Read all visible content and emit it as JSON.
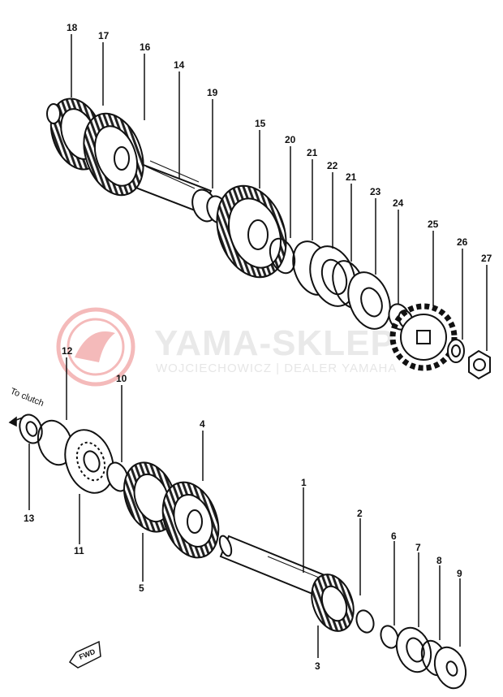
{
  "callouts": {
    "n1": "1",
    "n2": "2",
    "n3": "3",
    "n4": "4",
    "n5": "5",
    "n6": "6",
    "n7": "7",
    "n8": "8",
    "n9": "9",
    "n10": "10",
    "n11": "11",
    "n12": "12",
    "n13": "13",
    "n14": "14",
    "n15": "15",
    "n16": "16",
    "n17": "17",
    "n18": "18",
    "n19": "19",
    "n20": "20",
    "n21a": "21",
    "n21b": "21",
    "n22": "22",
    "n23": "23",
    "n24": "24",
    "n25": "25",
    "n26": "26",
    "n27": "27"
  },
  "annotations": {
    "to_clutch": "To clutch",
    "fwd": "FWD"
  },
  "watermark": {
    "title": "YAMA-SKLEP",
    "subtitle": "WOJCIECHOWICZ | DEALER YAMAHA",
    "color": "#e23b3b"
  }
}
